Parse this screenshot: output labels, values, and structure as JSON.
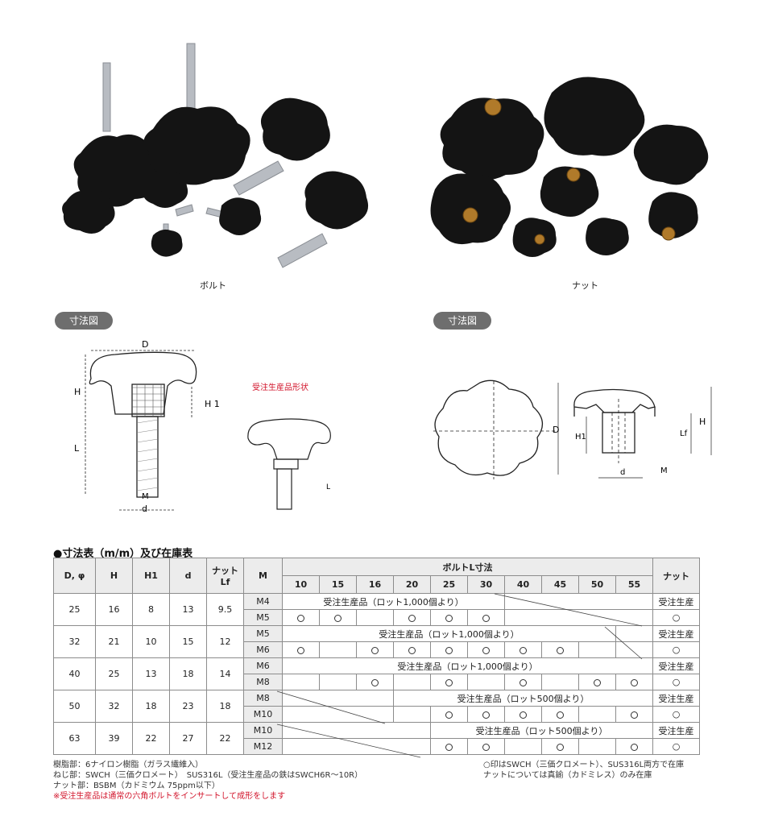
{
  "photos": {
    "bolt_caption": "ボルト",
    "nut_caption": "ナット"
  },
  "drawings": {
    "left_title": "寸法図",
    "right_title": "寸法図",
    "order_shape_note": "受注生産品形状",
    "bolt_labels": {
      "D": "D",
      "H": "H",
      "H1": "H 1",
      "L": "L",
      "M": "M",
      "d": "d"
    },
    "small_labels": {
      "L": "L"
    },
    "nut_labels": {
      "D": "D",
      "H": "H",
      "H1": "H1",
      "Lf": "Lf",
      "d": "d",
      "M": "M"
    }
  },
  "table": {
    "title": "●寸法表（m/m）及び在庫表",
    "headers": {
      "D": "D, φ",
      "H": "H",
      "H1": "H1",
      "d": "d",
      "nut_lf_line1": "ナット",
      "nut_lf_line2": "Lf",
      "M": "M",
      "bolt_L": "ボルトL寸法",
      "nut": "ナット"
    },
    "lengths": [
      "10",
      "15",
      "16",
      "20",
      "25",
      "30",
      "40",
      "45",
      "50",
      "55"
    ],
    "groups": [
      {
        "D": "25",
        "H": "16",
        "H1": "8",
        "d": "13",
        "Lf": "9.5",
        "rows": [
          {
            "M": "M4",
            "order_text": "受注生産品（ロット1,000個より）",
            "nut": "受注生産"
          },
          {
            "M": "M5",
            "nut": "○"
          }
        ]
      },
      {
        "D": "32",
        "H": "21",
        "H1": "10",
        "d": "15",
        "Lf": "12",
        "rows": [
          {
            "M": "M5",
            "order_text": "受注生産品（ロット1,000個より）",
            "nut": "受注生産"
          },
          {
            "M": "M6",
            "nut": "○"
          }
        ]
      },
      {
        "D": "40",
        "H": "25",
        "H1": "13",
        "d": "18",
        "Lf": "14",
        "rows": [
          {
            "M": "M6",
            "order_text": "受注生産品（ロット1,000個より）",
            "nut": "受注生産"
          },
          {
            "M": "M8",
            "nut": "○"
          }
        ]
      },
      {
        "D": "50",
        "H": "32",
        "H1": "18",
        "d": "23",
        "Lf": "18",
        "rows": [
          {
            "M": "M8",
            "order_text": "受注生産品（ロット500個より）",
            "nut": "受注生産"
          },
          {
            "M": "M10",
            "nut": "○"
          }
        ]
      },
      {
        "D": "63",
        "H": "39",
        "H1": "22",
        "d": "27",
        "Lf": "22",
        "rows": [
          {
            "M": "M10",
            "order_text": "受注生産品（ロット500個より）",
            "nut": "受注生産"
          },
          {
            "M": "M12",
            "nut": "○"
          }
        ]
      }
    ],
    "stock_marks": {
      "M5_25": [
        true,
        true,
        false,
        true,
        true,
        true
      ],
      "M6_32": [
        true,
        false,
        true,
        true,
        true,
        true,
        true,
        true
      ],
      "M8_40": [
        false,
        false,
        true,
        false,
        true,
        false,
        true,
        false,
        true,
        true
      ],
      "M10_50": [
        false,
        false,
        false,
        false,
        true,
        true,
        true,
        true,
        false,
        true
      ],
      "M12_63": [
        false,
        false,
        false,
        false,
        true,
        true,
        false,
        true,
        false,
        true
      ]
    }
  },
  "footnotes": {
    "left": [
      "樹脂部：6ナイロン樹脂（ガラス繊維入）",
      "ねじ部：SWCH（三価クロメート）　SUS316L（受注生産品の鉄はSWCH6R〜10R）",
      "ナット部：BSBM（カドミウム 75ppm以下）",
      "※受注生産品は通常の六角ボルトをインサートして成形をします"
    ],
    "right": [
      "○印はSWCH（三価クロメート）、SUS316L両方で在庫",
      "ナットについては真鍮（カドミレス）のみ在庫"
    ]
  }
}
